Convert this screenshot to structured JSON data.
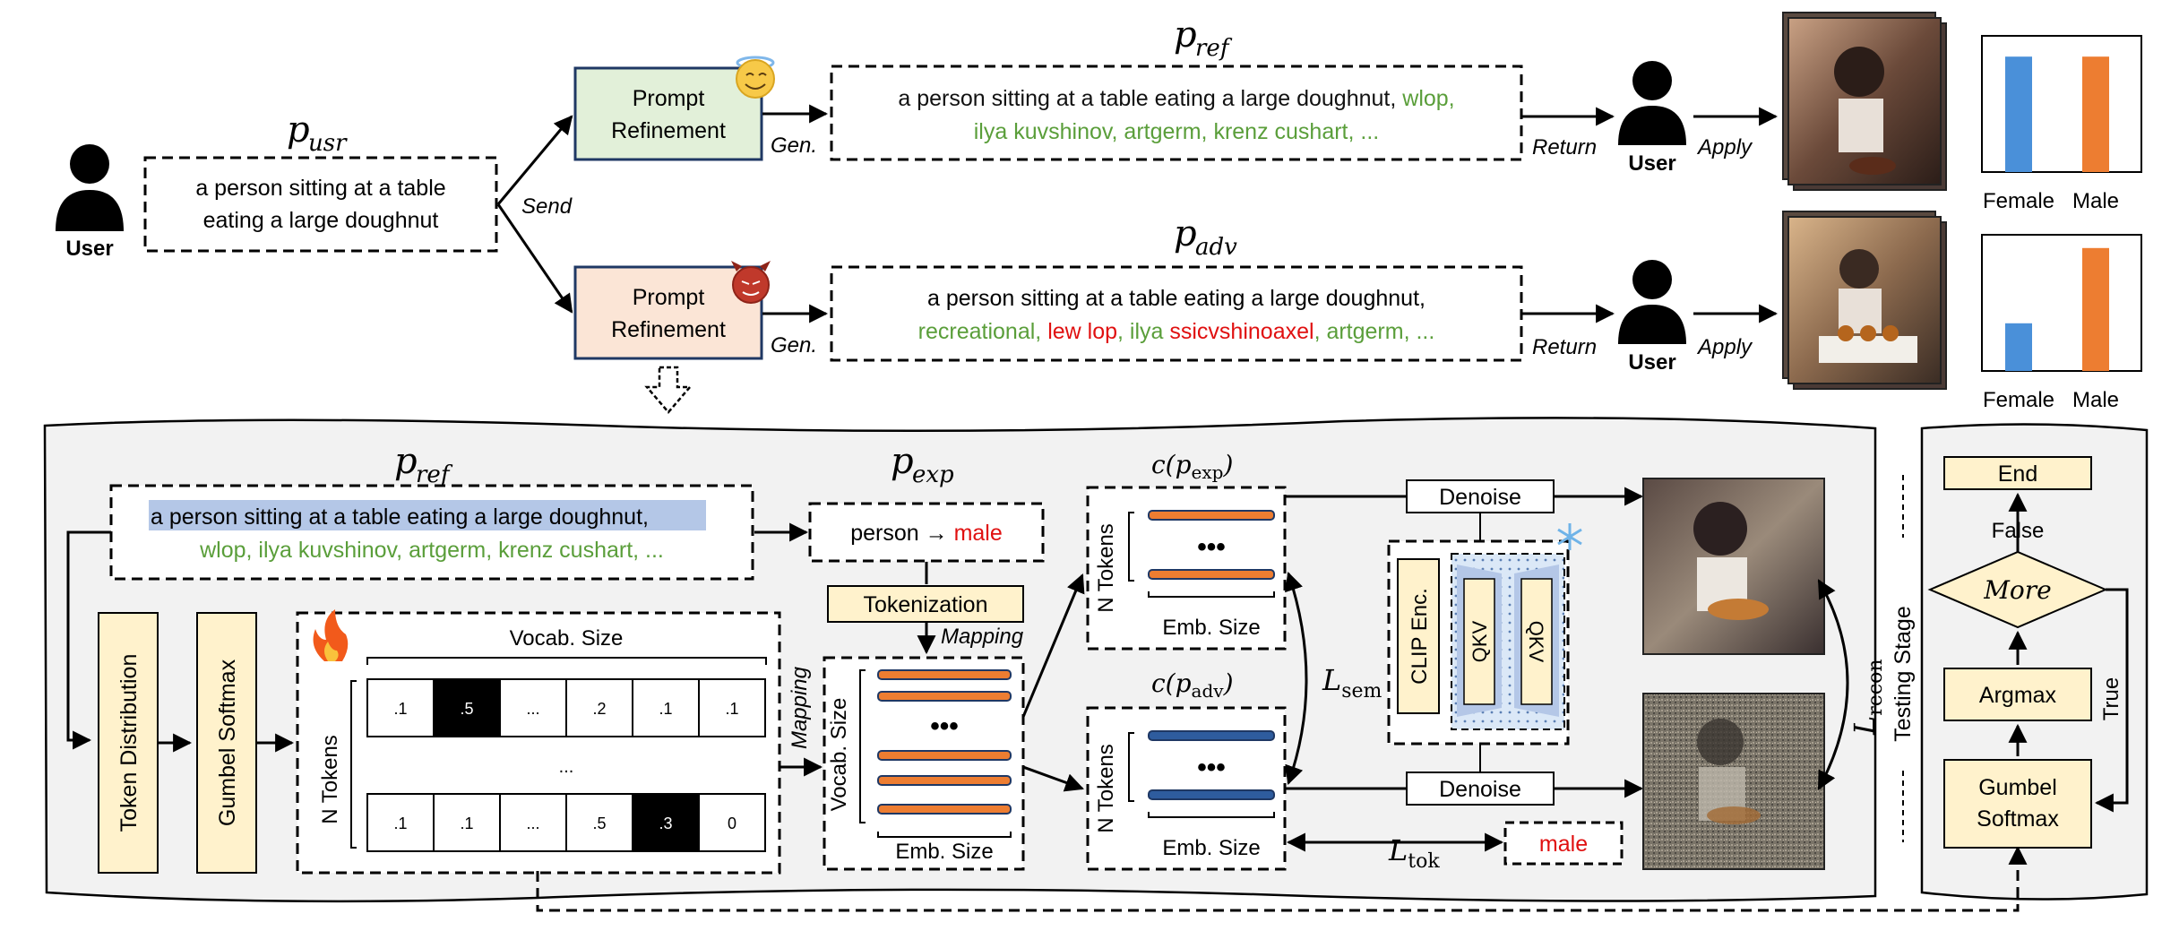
{
  "top": {
    "user_label": "User",
    "p_usr_symbol": "p",
    "p_usr_sub": "usr",
    "user_prompt_line1": "a person sitting at a table",
    "user_prompt_line2": "eating a large doughnut",
    "send_label": "Send",
    "refine_top_line1": "Prompt",
    "refine_top_line2": "Refinement",
    "refine_bot_line1": "Prompt",
    "refine_bot_line2": "Refinement",
    "gen_label": "Gen.",
    "p_ref_symbol": "p",
    "p_ref_sub": "ref",
    "p_adv_symbol": "p",
    "p_adv_sub": "adv",
    "ref_line1_black": "a person sitting at a table eating a large doughnut, ",
    "ref_line1_green": "wlop,",
    "ref_line2_green": "ilya kuvshinov, artgerm, krenz cushart, ...",
    "adv_line1": "a person sitting at a table eating a large doughnut,",
    "adv_line2": [
      {
        "text": "recreational, ",
        "color": "#5a9e3a"
      },
      {
        "text": "lew lop",
        "color": "#e01010"
      },
      {
        "text": ", ilya ",
        "color": "#5a9e3a"
      },
      {
        "text": "ssicvshinoaxel",
        "color": "#e01010"
      },
      {
        "text": ", artgerm, ...",
        "color": "#5a9e3a"
      }
    ],
    "return_label": "Return",
    "apply_label": "Apply",
    "user_label_2": "User",
    "user_label_3": "User",
    "bar_top": {
      "female": 0.92,
      "male": 0.92
    },
    "bar_bot": {
      "female": 0.38,
      "male": 0.98
    },
    "female_label": "Female",
    "male_label": "Male"
  },
  "bottom": {
    "p_ref_symbol": "p",
    "p_ref_sub": "ref",
    "ref_highlight": "a person sitting at a table eating a large doughnut",
    "ref_comma": ",",
    "ref_line2": "wlop, ilya kuvshinov, artgerm, krenz cushart, ...",
    "p_exp_symbol": "p",
    "p_exp_sub": "exp",
    "exp_text_black": "person → ",
    "exp_text_red": "male",
    "token_distribution": "Token Distribution",
    "gumbel_softmax": "Gumbel Softmax",
    "vocab_size": "Vocab. Size",
    "n_tokens": "N Tokens",
    "matrix_row1": [
      ".1",
      ".5",
      "...",
      ".2",
      ".1",
      ".1"
    ],
    "matrix_row2": [
      ".1",
      ".1",
      "...",
      ".5",
      ".3",
      "0"
    ],
    "matrix_dots": "...",
    "mapping_label": "Mapping",
    "tokenization": "Tokenization",
    "mapping_label_2": "Mapping",
    "vocab_size_vertical": "Vocab. Size",
    "emb_size": "Emb. Size",
    "c_exp": "c(p",
    "c_exp_sub": "exp",
    "c_adv": "c(p",
    "c_adv_sub": "adv",
    "n_tokens_2": "N Tokens",
    "n_tokens_3": "N Tokens",
    "emb_size_2": "Emb. Size",
    "emb_size_3": "Emb. Size",
    "l_sem": "L",
    "l_sem_sub": "sem",
    "l_tok": "L",
    "l_tok_sub": "tok",
    "l_recon": "L",
    "l_recon_sub": "recon",
    "denoise_1": "Denoise",
    "denoise_2": "Denoise",
    "clip_enc": "CLIP Enc.",
    "qkv_1": "QKV",
    "qkv_2": "QKV",
    "male_out": "male",
    "dots": "•••"
  },
  "testing": {
    "stage_label": "Testing Stage",
    "end": "End",
    "false_label": "False",
    "more": "More",
    "true_label": "True",
    "argmax": "Argmax",
    "gumbel_line1": "Gumbel",
    "gumbel_line2": "Softmax"
  },
  "colors": {
    "refine_top_fill": "#e2f0d9",
    "refine_bot_fill": "#fbe5d6",
    "box_yellow": "#fff2cc",
    "green_text": "#5a9e3a",
    "red_text": "#e01010",
    "highlight": "#b4c7e7",
    "panel_bg": "#f2f2f2",
    "bar_blue": "#4a90d9",
    "bar_orange": "#ed7d31",
    "token_orange": "#ed7d31",
    "token_blue": "#2e5c9e"
  }
}
